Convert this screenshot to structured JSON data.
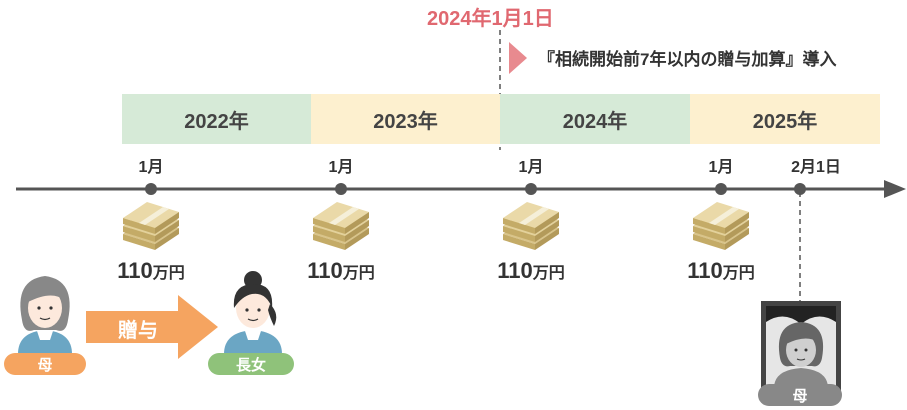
{
  "event_date": "2024年1月1日",
  "event_note": "『相続開始前7年以内の贈与加算』導入",
  "years": [
    "2022年",
    "2023年",
    "2024年",
    "2025年"
  ],
  "ticks": [
    "1月",
    "1月",
    "1月",
    "1月",
    "2月1日"
  ],
  "gift_amount": "110",
  "gift_unit": "万円",
  "gift_label": "贈与",
  "giver_label": "母",
  "receiver_label": "長女",
  "deceased_label": "母",
  "colors": {
    "event_red": "#e06870",
    "band_green": "#d6ead7",
    "band_yellow": "#fdf0cf",
    "arrow_orange": "#f5a460",
    "label_orange": "#f5a460",
    "label_green": "#8fc27a",
    "label_gray": "#888888"
  }
}
